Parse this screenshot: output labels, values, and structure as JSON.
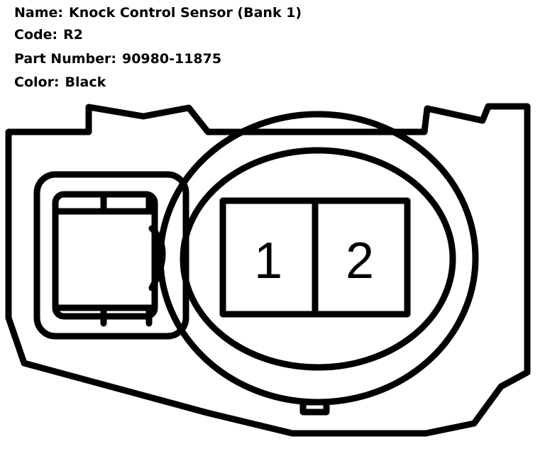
{
  "connector_info": [
    {
      "label": "Name:",
      "value": "Knock Control Sensor (Bank 1)"
    },
    {
      "label": "Code:",
      "value": "R2"
    },
    {
      "label": "Part Number:",
      "value": "90980-11875"
    },
    {
      "label": "Color:",
      "value": "Black"
    }
  ],
  "connector": {
    "color": "#000000",
    "background": "#ffffff",
    "pins": [
      "1",
      "2"
    ]
  }
}
